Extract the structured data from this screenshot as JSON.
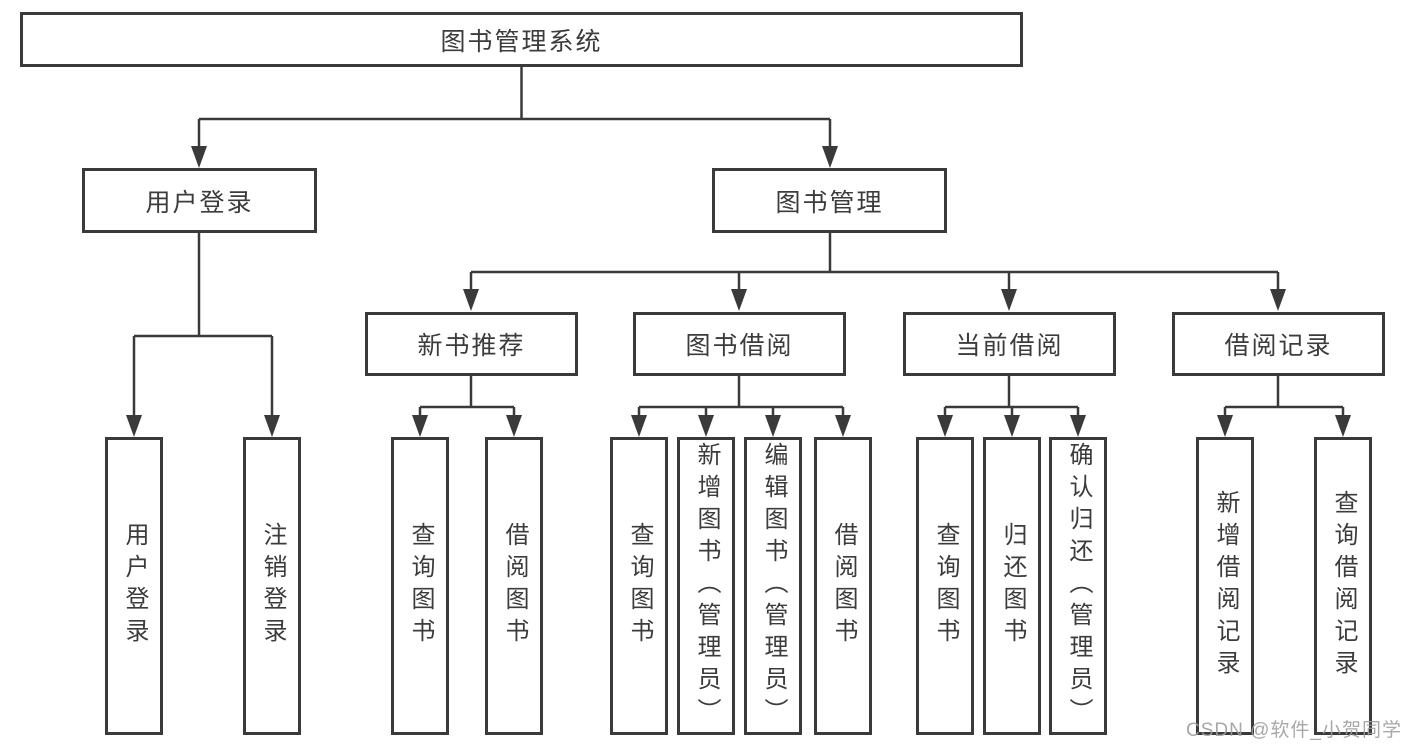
{
  "tree": {
    "label": "图书管理系统",
    "children": [
      {
        "label": "用户登录",
        "children": [
          {
            "label": "用户登录"
          },
          {
            "label": "注销登录"
          }
        ]
      },
      {
        "label": "图书管理",
        "children": [
          {
            "label": "新书推荐",
            "children": [
              {
                "label": "查询图书"
              },
              {
                "label": "借阅图书"
              }
            ]
          },
          {
            "label": "图书借阅",
            "children": [
              {
                "label": "查询图书"
              },
              {
                "label": "新增图书（管理员）"
              },
              {
                "label": "编辑图书（管理员）"
              },
              {
                "label": "借阅图书"
              }
            ]
          },
          {
            "label": "当前借阅",
            "children": [
              {
                "label": "查询图书"
              },
              {
                "label": "归还图书"
              },
              {
                "label": "确认归还（管理员）"
              }
            ]
          },
          {
            "label": "借阅记录",
            "children": [
              {
                "label": "新增借阅记录"
              },
              {
                "label": "查询借阅记录"
              }
            ]
          }
        ]
      }
    ]
  },
  "watermark": "CSDN @软件_小贺同学",
  "colors": {
    "line": "#3a3a3a",
    "text": "#3c3c3c",
    "background": "#ffffff",
    "watermark": "#9e9e9e"
  }
}
